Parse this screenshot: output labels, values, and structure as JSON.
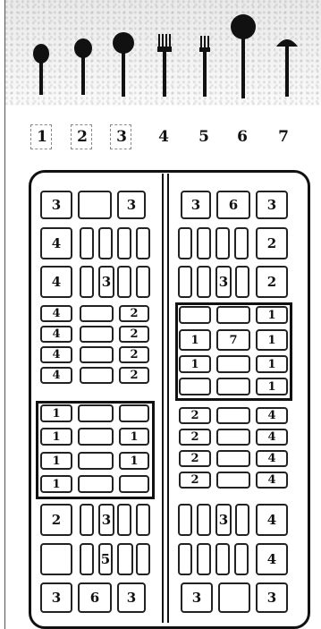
{
  "utensil_labels": [
    "1",
    "2",
    "3",
    "4",
    "5",
    "6",
    "7"
  ],
  "utensils": [
    "spoon-icon",
    "spoon-icon",
    "ladle-icon",
    "fork-icon",
    "fork-icon",
    "ladle-icon",
    "spatula-icon"
  ],
  "left_panel": {
    "r1": [
      "3",
      "",
      "3"
    ],
    "r2": [
      "4",
      "",
      "",
      "",
      ""
    ],
    "r3": [
      "4",
      "",
      "3",
      "",
      ""
    ],
    "r4": [
      "4",
      "",
      "2"
    ],
    "r5": [
      "4",
      "",
      "2"
    ],
    "r6": [
      "4",
      "",
      "2"
    ],
    "r7": [
      "4",
      "",
      "2"
    ],
    "r8": [
      "1",
      "",
      ""
    ],
    "r9": [
      "1",
      "",
      "1"
    ],
    "r10": [
      "1",
      "",
      "1"
    ],
    "r11": [
      "1",
      "",
      ""
    ],
    "r12": [
      "2",
      "",
      "3",
      "",
      ""
    ],
    "r13": [
      "",
      "",
      "5",
      "",
      ""
    ],
    "r14": [
      "3",
      "6",
      "3"
    ]
  },
  "right_panel": {
    "r1": [
      "3",
      "6",
      "3"
    ],
    "r2": [
      "",
      "",
      "",
      "",
      "2"
    ],
    "r3": [
      "",
      "",
      "3",
      "",
      "2"
    ],
    "r4": [
      "",
      "",
      "1"
    ],
    "r5": [
      "1",
      "7",
      "1"
    ],
    "r6": [
      "1",
      "",
      "1"
    ],
    "r7": [
      "",
      "",
      "1"
    ],
    "r8": [
      "2",
      "",
      "4"
    ],
    "r9": [
      "2",
      "",
      "4"
    ],
    "r10": [
      "2",
      "",
      "4"
    ],
    "r11": [
      "2",
      "",
      "4"
    ],
    "r12": [
      "",
      "",
      "3",
      "",
      "4"
    ],
    "r13": [
      "",
      "",
      "",
      "",
      "4"
    ],
    "r14": [
      "3",
      "",
      "3"
    ]
  }
}
